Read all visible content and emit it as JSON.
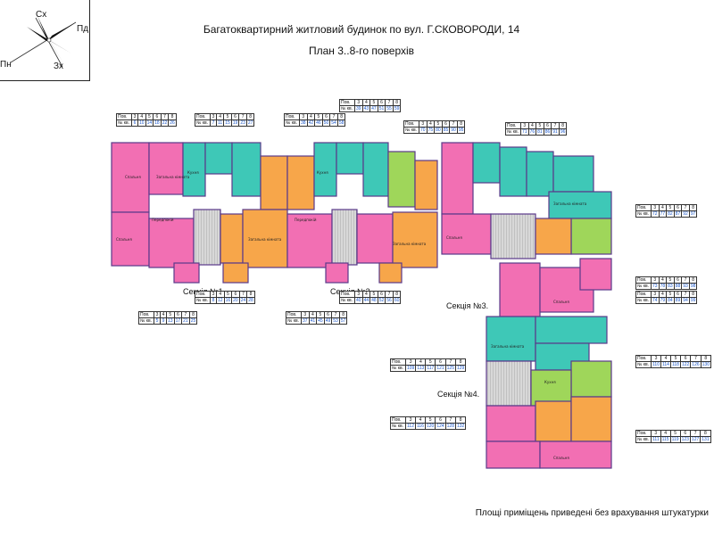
{
  "header": {
    "title": "Багатоквартирний житловий будинок по вул. Г.СКОВОРОДИ, 14",
    "subtitle": "План 3..8-го поверхів"
  },
  "compass": {
    "north": "Сх",
    "east": "Пд",
    "south": "Зх",
    "west": "Пн"
  },
  "footer_note": "Площі приміщень приведені без врахування штукатурки",
  "sections": [
    {
      "label": "Секція №1."
    },
    {
      "label": "Секція №2."
    },
    {
      "label": "Секція №3."
    },
    {
      "label": "Секція №4."
    }
  ],
  "apartment_tables": [
    {
      "floors_label": "Пов.",
      "apts_label": "№ кв.",
      "floors": [
        "3",
        "4",
        "5",
        "6",
        "7",
        "8"
      ],
      "apts": [
        "6",
        "10",
        "14",
        "18",
        "22",
        "26"
      ]
    },
    {
      "floors_label": "Пов.",
      "apts_label": "№ кв.",
      "floors": [
        "3",
        "4",
        "5",
        "6",
        "7",
        "8"
      ],
      "apts": [
        "7",
        "11",
        "15",
        "19",
        "23",
        "27"
      ]
    },
    {
      "floors_label": "Пов.",
      "apts_label": "№ кв.",
      "floors": [
        "3",
        "4",
        "5",
        "6",
        "7",
        "8"
      ],
      "apts": [
        "38",
        "42",
        "46",
        "50",
        "54",
        "58"
      ]
    },
    {
      "floors_label": "Пов.",
      "apts_label": "№ кв.",
      "floors": [
        "3",
        "4",
        "5",
        "6",
        "7",
        "8"
      ],
      "apts": [
        "39",
        "43",
        "47",
        "51",
        "55",
        "59"
      ]
    },
    {
      "floors_label": "Пов.",
      "apts_label": "№ кв.",
      "floors": [
        "3",
        "4",
        "5",
        "6",
        "7",
        "8"
      ],
      "apts": [
        "70",
        "75",
        "80",
        "85",
        "90",
        "95"
      ]
    },
    {
      "floors_label": "Пов.",
      "apts_label": "№ кв.",
      "floors": [
        "3",
        "4",
        "5",
        "6",
        "7",
        "8"
      ],
      "apts": [
        "71",
        "76",
        "81",
        "86",
        "91",
        "96"
      ]
    },
    {
      "floors_label": "Пов.",
      "apts_label": "№ кв.",
      "floors": [
        "3",
        "4",
        "5",
        "6",
        "7",
        "8"
      ],
      "apts": [
        "72",
        "77",
        "82",
        "87",
        "92",
        "97"
      ]
    },
    {
      "floors_label": "Пов.",
      "apts_label": "№ кв.",
      "floors": [
        "3",
        "4",
        "5",
        "6",
        "7",
        "8"
      ],
      "apts": [
        "73",
        "78",
        "83",
        "88",
        "93",
        "98"
      ]
    },
    {
      "floors_label": "Пов.",
      "apts_label": "№ кв.",
      "floors": [
        "3",
        "4",
        "5",
        "6",
        "7",
        "8"
      ],
      "apts": [
        "74",
        "79",
        "84",
        "89",
        "94",
        "99"
      ]
    },
    {
      "floors_label": "Пов.",
      "apts_label": "№ кв.",
      "floors": [
        "3",
        "4",
        "5",
        "6",
        "7",
        "8"
      ],
      "apts": [
        "8",
        "12",
        "16",
        "20",
        "24",
        "28"
      ]
    },
    {
      "floors_label": "Пов.",
      "apts_label": "№ кв.",
      "floors": [
        "3",
        "4",
        "5",
        "6",
        "7",
        "8"
      ],
      "apts": [
        "5",
        "9",
        "13",
        "17",
        "21",
        "25"
      ]
    },
    {
      "floors_label": "Пов.",
      "apts_label": "№ кв.",
      "floors": [
        "3",
        "4",
        "5",
        "6",
        "7",
        "8"
      ],
      "apts": [
        "37",
        "41",
        "45",
        "49",
        "53",
        "57"
      ]
    },
    {
      "floors_label": "Пов.",
      "apts_label": "№ кв.",
      "floors": [
        "3",
        "4",
        "5",
        "6",
        "7",
        "8"
      ],
      "apts": [
        "40",
        "44",
        "48",
        "52",
        "56",
        "60"
      ]
    },
    {
      "floors_label": "Пов.",
      "apts_label": "№ кв.",
      "floors": [
        "3",
        "4",
        "5",
        "6",
        "7",
        "8"
      ],
      "apts": [
        "109",
        "113",
        "117",
        "121",
        "125",
        "129"
      ]
    },
    {
      "floors_label": "Пов.",
      "apts_label": "№ кв.",
      "floors": [
        "3",
        "4",
        "5",
        "6",
        "7",
        "8"
      ],
      "apts": [
        "110",
        "114",
        "118",
        "122",
        "126",
        "130"
      ]
    },
    {
      "floors_label": "Пов.",
      "apts_label": "№ кв.",
      "floors": [
        "3",
        "4",
        "5",
        "6",
        "7",
        "8"
      ],
      "apts": [
        "112",
        "116",
        "120",
        "124",
        "128",
        "132"
      ]
    },
    {
      "floors_label": "Пов.",
      "apts_label": "№ кв.",
      "floors": [
        "3",
        "4",
        "5",
        "6",
        "7",
        "8"
      ],
      "apts": [
        "111",
        "115",
        "119",
        "123",
        "127",
        "131"
      ]
    }
  ],
  "room_labels": {
    "bedroom": "Спальня",
    "living": "Загальна кімната",
    "kitchen": "Кухня",
    "hall": "Передпокій"
  },
  "colors": {
    "pink": "#f26fb3",
    "teal": "#3ec8b7",
    "orange": "#f7a64a",
    "green": "#9fd65a",
    "stair": "#c8c8c8",
    "wall": "#5a3a8a"
  }
}
